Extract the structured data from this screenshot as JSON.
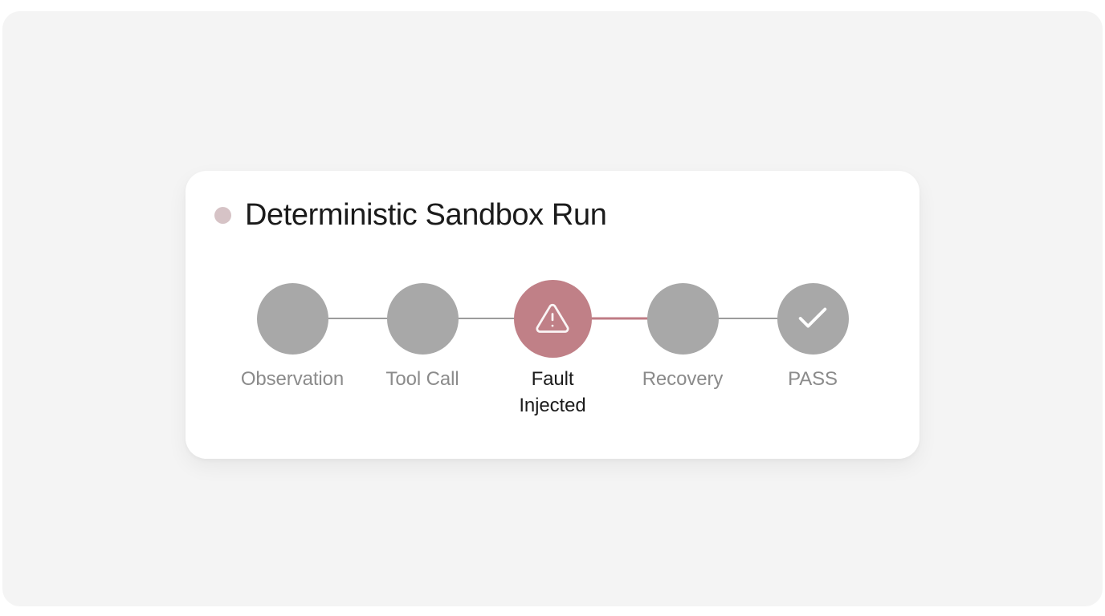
{
  "card": {
    "status_dot_color": "#d6c3c6",
    "title": "Deterministic Sandbox Run"
  },
  "pipeline": {
    "node_color": "#a8a8a8",
    "fault_color": "#c08087",
    "connector_color": "#9c9c9c",
    "fault_connector_color": "#bf7b84",
    "steps": [
      {
        "label": "Observation",
        "label_line2": "",
        "icon": "",
        "state": "normal",
        "connector_after": "normal"
      },
      {
        "label": "Tool Call",
        "label_line2": "",
        "icon": "",
        "state": "normal",
        "connector_after": "normal"
      },
      {
        "label": "Fault",
        "label_line2": "Injected",
        "icon": "warning-triangle-icon",
        "state": "fault",
        "connector_after": "fault"
      },
      {
        "label": "Recovery",
        "label_line2": "",
        "icon": "",
        "state": "normal",
        "connector_after": "normal"
      },
      {
        "label": "PASS",
        "label_line2": "",
        "icon": "check-icon",
        "state": "normal",
        "connector_after": "none"
      }
    ]
  }
}
